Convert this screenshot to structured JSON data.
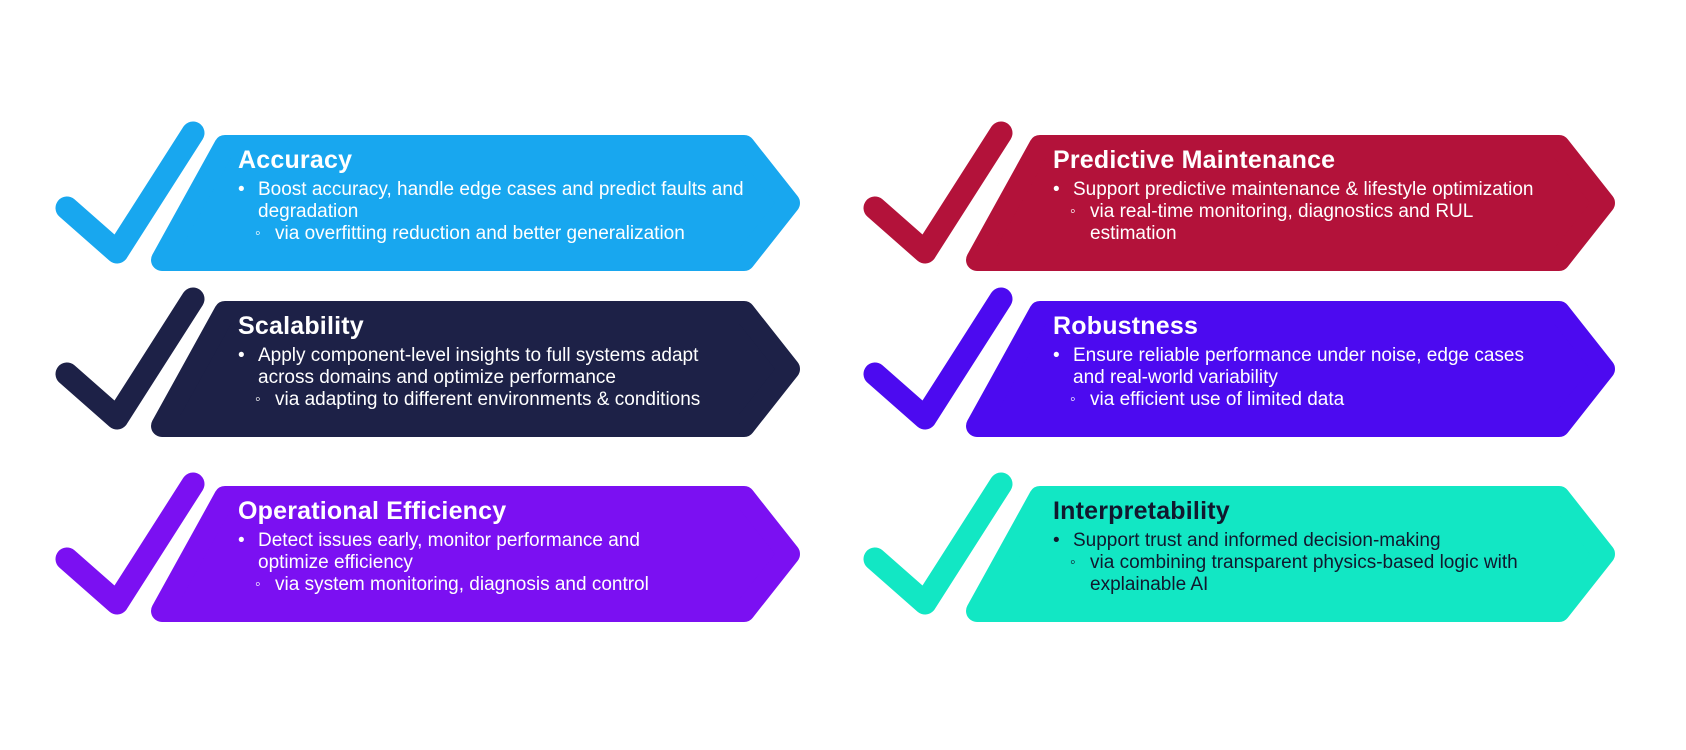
{
  "canvas": {
    "background": "#FFFFFF"
  },
  "glyphs": {
    "bullet": "•",
    "sub_bullet": "◦"
  },
  "diagram": {
    "items": [
      {
        "title": "Accuracy",
        "bullet": "Boost accuracy, handle edge cases and predict faults and degradation",
        "sub_bullet": "via overfitting reduction and better generalization",
        "color": "#18A7EF",
        "text_color": "#FFFFFF",
        "icon": "checkmark"
      },
      {
        "title": "Scalability",
        "bullet": "Apply component-level insights to full systems adapt across domains and optimize performance",
        "sub_bullet": "via adapting to different environments & conditions",
        "color": "#1D2147",
        "text_color": "#FFFFFF",
        "icon": "checkmark"
      },
      {
        "title": "Operational Efficiency",
        "bullet": "Detect issues early, monitor performance and optimize efficiency",
        "sub_bullet": "via system monitoring, diagnosis and control",
        "color": "#7B10F2",
        "text_color": "#FFFFFF",
        "icon": "checkmark"
      },
      {
        "title": "Predictive Maintenance",
        "bullet": "Support predictive maintenance & lifestyle optimization",
        "sub_bullet": "via real-time monitoring, diagnostics and RUL estimation",
        "color": "#B3123A",
        "text_color": "#FFFFFF",
        "icon": "checkmark"
      },
      {
        "title": "Robustness",
        "bullet": "Ensure reliable performance under noise, edge cases and real-world variability",
        "sub_bullet": "via efficient use of limited data",
        "color": "#4C0AF0",
        "text_color": "#FFFFFF",
        "icon": "checkmark"
      },
      {
        "title": "Interpretability",
        "bullet": "Support trust and informed decision-making",
        "sub_bullet": "via combining transparent physics-based logic with explainable AI",
        "color": "#12E7C4",
        "text_color": "#11182E",
        "icon": "checkmark"
      }
    ]
  }
}
